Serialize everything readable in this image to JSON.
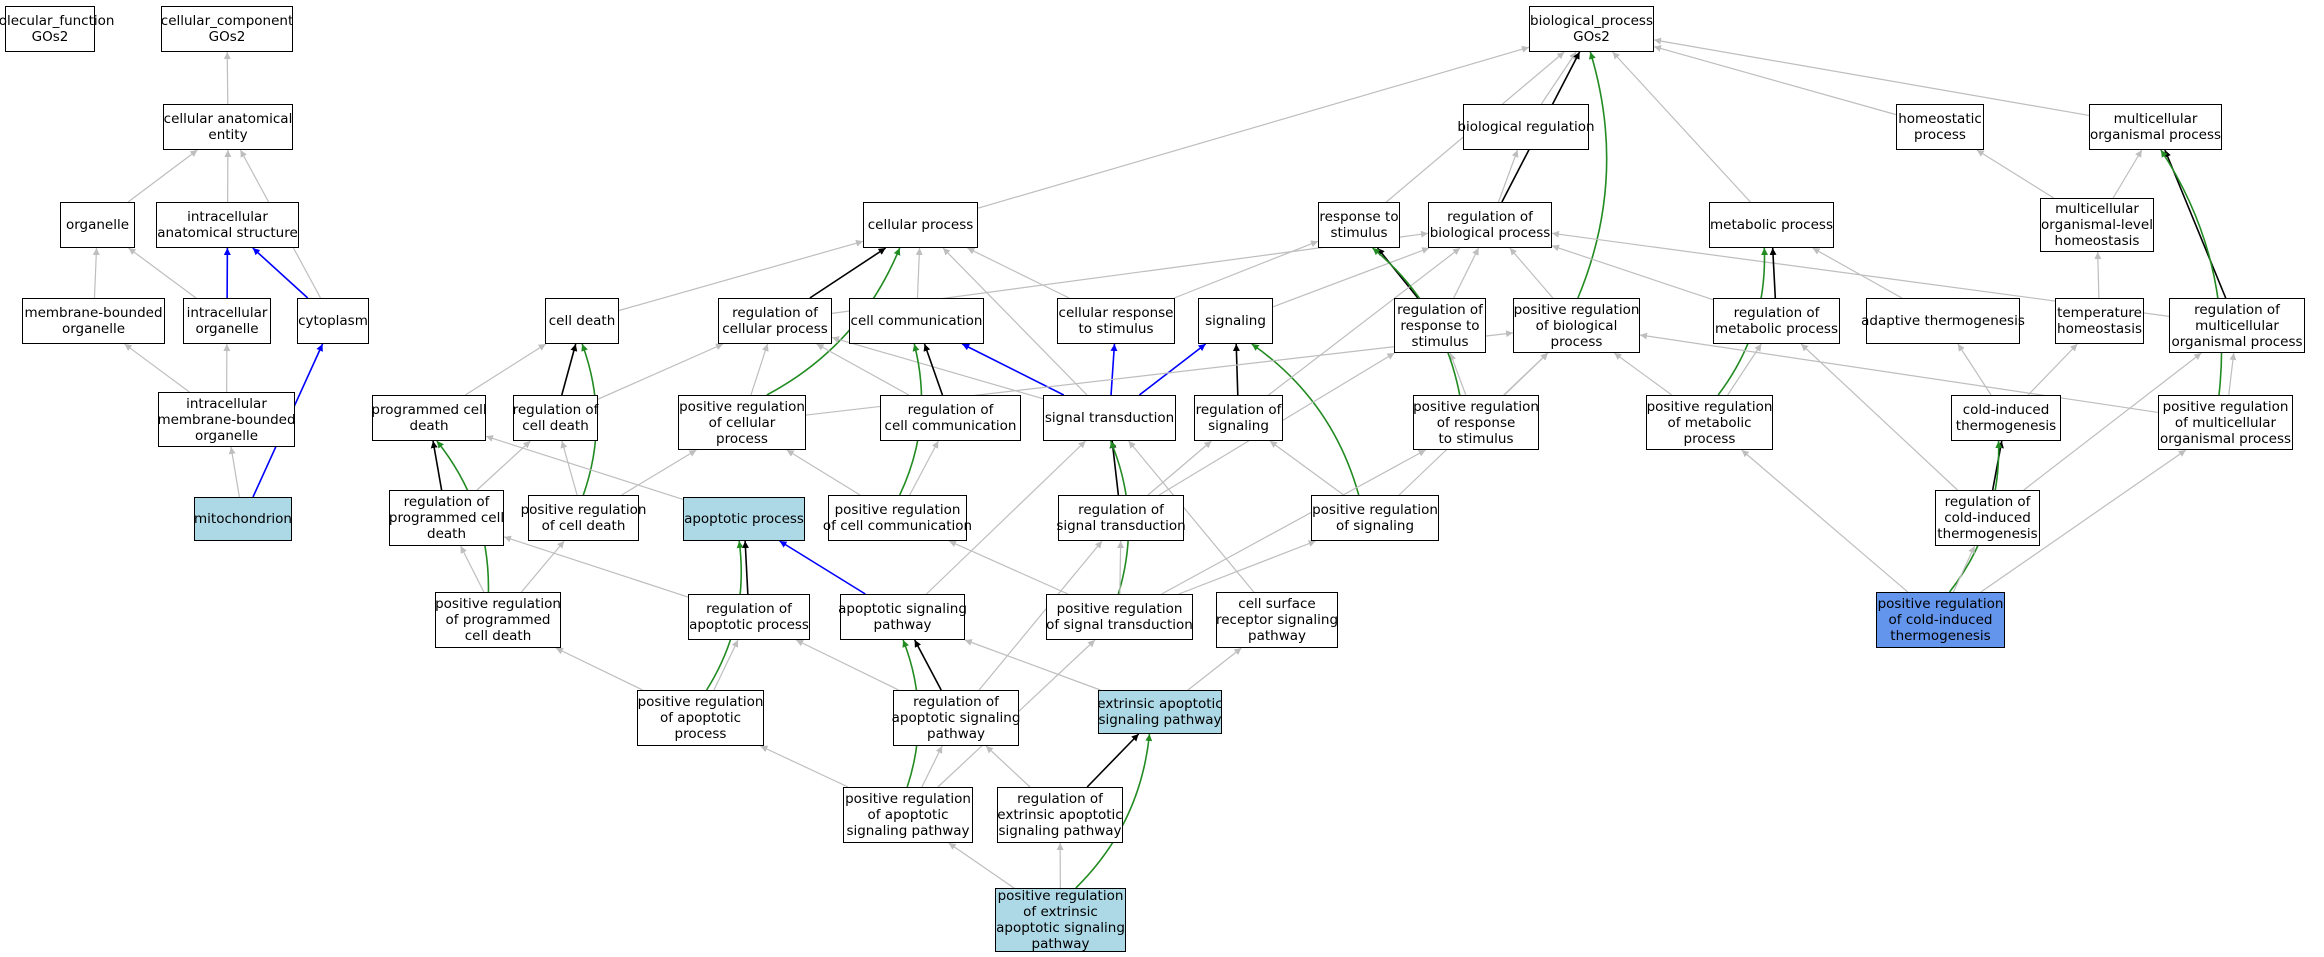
{
  "colors": {
    "is_a": "#bebebe",
    "part_of": "#0000ff",
    "regulates": "#000000",
    "positively_regulates": "#228b22",
    "node_fill": "#ffffff",
    "annotated_fill": "#add8e6",
    "query_fill": "#6495ed"
  },
  "nodes": {
    "mf": {
      "lines": [
        "molecular_function",
        "GOs2"
      ],
      "fill": "#ffffff"
    },
    "cc": {
      "lines": [
        "cellular_component",
        "GOs2"
      ],
      "fill": "#ffffff"
    },
    "bp": {
      "lines": [
        "biological_process",
        "GOs2"
      ],
      "fill": "#ffffff"
    },
    "cae": {
      "lines": [
        "cellular anatomical",
        "entity"
      ],
      "fill": "#ffffff"
    },
    "org": {
      "lines": [
        "organelle"
      ],
      "fill": "#ffffff"
    },
    "ias": {
      "lines": [
        "intracellular",
        "anatomical structure"
      ],
      "fill": "#ffffff"
    },
    "mbo": {
      "lines": [
        "membrane-bounded",
        "organelle"
      ],
      "fill": "#ffffff"
    },
    "io": {
      "lines": [
        "intracellular",
        "organelle"
      ],
      "fill": "#ffffff"
    },
    "cyto": {
      "lines": [
        "cytoplasm"
      ],
      "fill": "#ffffff"
    },
    "imbo": {
      "lines": [
        "intracellular",
        "membrane-bounded",
        "organelle"
      ],
      "fill": "#ffffff"
    },
    "mito": {
      "lines": [
        "mitochondrion"
      ],
      "fill": "#add8e6"
    },
    "cp": {
      "lines": [
        "cellular process"
      ],
      "fill": "#ffffff"
    },
    "bioreg": {
      "lines": [
        "biological regulation"
      ],
      "fill": "#ffffff"
    },
    "rts": {
      "lines": [
        "response to",
        "stimulus"
      ],
      "fill": "#ffffff"
    },
    "rbp": {
      "lines": [
        "regulation of",
        "biological process"
      ],
      "fill": "#ffffff"
    },
    "mp": {
      "lines": [
        "metabolic process"
      ],
      "fill": "#ffffff"
    },
    "hp": {
      "lines": [
        "homeostatic",
        "process"
      ],
      "fill": "#ffffff"
    },
    "mcp": {
      "lines": [
        "multicellular",
        "organismal process"
      ],
      "fill": "#ffffff"
    },
    "mcoh": {
      "lines": [
        "multicellular",
        "organismal-level",
        "homeostasis"
      ],
      "fill": "#ffffff"
    },
    "cd": {
      "lines": [
        "cell death"
      ],
      "fill": "#ffffff"
    },
    "rcp": {
      "lines": [
        "regulation of",
        "cellular process"
      ],
      "fill": "#ffffff"
    },
    "cc2": {
      "lines": [
        "cell communication"
      ],
      "fill": "#ffffff"
    },
    "crs": {
      "lines": [
        "cellular response",
        "to stimulus"
      ],
      "fill": "#ffffff"
    },
    "sig": {
      "lines": [
        "signaling"
      ],
      "fill": "#ffffff"
    },
    "rrs": {
      "lines": [
        "regulation of",
        "response to",
        "stimulus"
      ],
      "fill": "#ffffff"
    },
    "prbp": {
      "lines": [
        "positive regulation",
        "of biological",
        "process"
      ],
      "fill": "#ffffff"
    },
    "rmp": {
      "lines": [
        "regulation of",
        "metabolic process"
      ],
      "fill": "#ffffff"
    },
    "at": {
      "lines": [
        "adaptive thermogenesis"
      ],
      "fill": "#ffffff"
    },
    "th": {
      "lines": [
        "temperature",
        "homeostasis"
      ],
      "fill": "#ffffff"
    },
    "rmcp": {
      "lines": [
        "regulation of",
        "multicellular",
        "organismal process"
      ],
      "fill": "#ffffff"
    },
    "pcd": {
      "lines": [
        "programmed cell",
        "death"
      ],
      "fill": "#ffffff"
    },
    "rcd": {
      "lines": [
        "regulation of",
        "cell death"
      ],
      "fill": "#ffffff"
    },
    "prcp": {
      "lines": [
        "positive regulation",
        "of cellular",
        "process"
      ],
      "fill": "#ffffff"
    },
    "rcc": {
      "lines": [
        "regulation of",
        "cell communication"
      ],
      "fill": "#ffffff"
    },
    "st": {
      "lines": [
        "signal transduction"
      ],
      "fill": "#ffffff"
    },
    "rsig": {
      "lines": [
        "regulation of",
        "signaling"
      ],
      "fill": "#ffffff"
    },
    "prrs": {
      "lines": [
        "positive regulation",
        "of response",
        "to stimulus"
      ],
      "fill": "#ffffff"
    },
    "prmp": {
      "lines": [
        "positive regulation",
        "of metabolic",
        "process"
      ],
      "fill": "#ffffff"
    },
    "cit": {
      "lines": [
        "cold-induced",
        "thermogenesis"
      ],
      "fill": "#ffffff"
    },
    "prmcp": {
      "lines": [
        "positive regulation",
        "of multicellular",
        "organismal process"
      ],
      "fill": "#ffffff"
    },
    "rpcd": {
      "lines": [
        "regulation of",
        "programmed cell",
        "death"
      ],
      "fill": "#ffffff"
    },
    "prcd": {
      "lines": [
        "positive regulation",
        "of cell death"
      ],
      "fill": "#ffffff"
    },
    "ap": {
      "lines": [
        "apoptotic process"
      ],
      "fill": "#add8e6"
    },
    "prcc": {
      "lines": [
        "positive regulation",
        "of cell communication"
      ],
      "fill": "#ffffff"
    },
    "rst": {
      "lines": [
        "regulation of",
        "signal transduction"
      ],
      "fill": "#ffffff"
    },
    "prsig": {
      "lines": [
        "positive regulation",
        "of signaling"
      ],
      "fill": "#ffffff"
    },
    "rcit": {
      "lines": [
        "regulation of",
        "cold-induced",
        "thermogenesis"
      ],
      "fill": "#ffffff"
    },
    "prpcd": {
      "lines": [
        "positive regulation",
        "of programmed",
        "cell death"
      ],
      "fill": "#ffffff"
    },
    "rap": {
      "lines": [
        "regulation of",
        "apoptotic process"
      ],
      "fill": "#ffffff"
    },
    "asp": {
      "lines": [
        "apoptotic signaling",
        "pathway"
      ],
      "fill": "#ffffff"
    },
    "prst": {
      "lines": [
        "positive regulation",
        "of signal transduction"
      ],
      "fill": "#ffffff"
    },
    "csrsp": {
      "lines": [
        "cell surface",
        "receptor signaling",
        "pathway"
      ],
      "fill": "#ffffff"
    },
    "prcit": {
      "lines": [
        "positive regulation",
        "of cold-induced",
        "thermogenesis"
      ],
      "fill": "#6495ed"
    },
    "prap": {
      "lines": [
        "positive regulation",
        "of apoptotic",
        "process"
      ],
      "fill": "#ffffff"
    },
    "rasp": {
      "lines": [
        "regulation of",
        "apoptotic signaling",
        "pathway"
      ],
      "fill": "#ffffff"
    },
    "easp": {
      "lines": [
        "extrinsic apoptotic",
        "signaling pathway"
      ],
      "fill": "#add8e6"
    },
    "prasp": {
      "lines": [
        "positive regulation",
        "of apoptotic",
        "signaling pathway"
      ],
      "fill": "#ffffff"
    },
    "reasp": {
      "lines": [
        "regulation of",
        "extrinsic apoptotic",
        "signaling pathway"
      ],
      "fill": "#ffffff"
    },
    "preasp": {
      "lines": [
        "positive regulation",
        "of extrinsic",
        "apoptotic signaling",
        "pathway"
      ],
      "fill": "#add8e6"
    }
  },
  "edges": [
    [
      "cae",
      "cc",
      "is_a"
    ],
    [
      "org",
      "cae",
      "is_a"
    ],
    [
      "ias",
      "cae",
      "is_a"
    ],
    [
      "cyto",
      "cae",
      "is_a"
    ],
    [
      "mbo",
      "org",
      "is_a"
    ],
    [
      "io",
      "org",
      "is_a"
    ],
    [
      "io",
      "ias",
      "part_of"
    ],
    [
      "cyto",
      "ias",
      "part_of"
    ],
    [
      "imbo",
      "mbo",
      "is_a"
    ],
    [
      "imbo",
      "io",
      "is_a"
    ],
    [
      "mito",
      "imbo",
      "is_a"
    ],
    [
      "mito",
      "cyto",
      "part_of"
    ],
    [
      "cp",
      "bp",
      "is_a"
    ],
    [
      "bioreg",
      "bp",
      "is_a"
    ],
    [
      "rts",
      "bp",
      "is_a"
    ],
    [
      "rbp",
      "bp",
      "regulates"
    ],
    [
      "mp",
      "bp",
      "is_a"
    ],
    [
      "hp",
      "bp",
      "is_a"
    ],
    [
      "mcp",
      "bp",
      "is_a"
    ],
    [
      "prbp",
      "bp",
      "positively_regulates"
    ],
    [
      "rbp",
      "bioreg",
      "is_a"
    ],
    [
      "mcoh",
      "hp",
      "is_a"
    ],
    [
      "mcoh",
      "mcp",
      "is_a"
    ],
    [
      "cd",
      "cp",
      "is_a"
    ],
    [
      "rcp",
      "cp",
      "regulates"
    ],
    [
      "cc2",
      "cp",
      "is_a"
    ],
    [
      "crs",
      "cp",
      "is_a"
    ],
    [
      "st",
      "cp",
      "is_a"
    ],
    [
      "prcp",
      "cp",
      "positively_regulates"
    ],
    [
      "rcp",
      "rbp",
      "is_a"
    ],
    [
      "crs",
      "rts",
      "is_a"
    ],
    [
      "sig",
      "rbp",
      "is_a"
    ],
    [
      "rrs",
      "rbp",
      "is_a"
    ],
    [
      "prbp",
      "rbp",
      "is_a"
    ],
    [
      "rmp",
      "rbp",
      "is_a"
    ],
    [
      "rmcp",
      "rbp",
      "is_a"
    ],
    [
      "rrs",
      "rts",
      "regulates"
    ],
    [
      "rmp",
      "mp",
      "regulates"
    ],
    [
      "prmp",
      "mp",
      "positively_regulates"
    ],
    [
      "at",
      "mp",
      "is_a"
    ],
    [
      "th",
      "mcoh",
      "is_a"
    ],
    [
      "rmcp",
      "mcp",
      "regulates"
    ],
    [
      "prmcp",
      "mcp",
      "positively_regulates"
    ],
    [
      "pcd",
      "cd",
      "is_a"
    ],
    [
      "rcd",
      "cd",
      "regulates"
    ],
    [
      "prcd",
      "cd",
      "positively_regulates"
    ],
    [
      "rcd",
      "rcp",
      "is_a"
    ],
    [
      "prcp",
      "rcp",
      "is_a"
    ],
    [
      "rcc",
      "rcp",
      "is_a"
    ],
    [
      "st",
      "rcp",
      "is_a"
    ],
    [
      "rcc",
      "cc2",
      "regulates"
    ],
    [
      "prcc",
      "cc2",
      "positively_regulates"
    ],
    [
      "st",
      "cc2",
      "part_of"
    ],
    [
      "st",
      "crs",
      "part_of"
    ],
    [
      "st",
      "sig",
      "part_of"
    ],
    [
      "rsig",
      "sig",
      "regulates"
    ],
    [
      "prsig",
      "sig",
      "positively_regulates"
    ],
    [
      "rsig",
      "rbp",
      "is_a"
    ],
    [
      "prrs",
      "rrs",
      "is_a"
    ],
    [
      "prrs",
      "rts",
      "positively_regulates"
    ],
    [
      "prrs",
      "prbp",
      "is_a"
    ],
    [
      "prcp",
      "prbp",
      "is_a"
    ],
    [
      "prmp",
      "prbp",
      "is_a"
    ],
    [
      "prmp",
      "rmp",
      "is_a"
    ],
    [
      "prmcp",
      "prbp",
      "is_a"
    ],
    [
      "prmcp",
      "rmcp",
      "is_a"
    ],
    [
      "cit",
      "at",
      "is_a"
    ],
    [
      "cit",
      "th",
      "is_a"
    ],
    [
      "rpcd",
      "pcd",
      "regulates"
    ],
    [
      "rpcd",
      "rcd",
      "is_a"
    ],
    [
      "prcd",
      "rcd",
      "is_a"
    ],
    [
      "prcd",
      "prcp",
      "is_a"
    ],
    [
      "ap",
      "pcd",
      "is_a"
    ],
    [
      "prcc",
      "rcc",
      "is_a"
    ],
    [
      "prcc",
      "prcp",
      "is_a"
    ],
    [
      "rst",
      "st",
      "regulates"
    ],
    [
      "rst",
      "rsig",
      "is_a"
    ],
    [
      "rst",
      "rrs",
      "is_a"
    ],
    [
      "prsig",
      "rsig",
      "is_a"
    ],
    [
      "prsig",
      "prbp",
      "is_a"
    ],
    [
      "rcit",
      "cit",
      "regulates"
    ],
    [
      "rcit",
      "rmcp",
      "is_a"
    ],
    [
      "rcit",
      "rmp",
      "is_a"
    ],
    [
      "prpcd",
      "pcd",
      "positively_regulates"
    ],
    [
      "prpcd",
      "rpcd",
      "is_a"
    ],
    [
      "prpcd",
      "prcd",
      "is_a"
    ],
    [
      "rap",
      "ap",
      "regulates"
    ],
    [
      "rap",
      "rpcd",
      "is_a"
    ],
    [
      "asp",
      "ap",
      "part_of"
    ],
    [
      "asp",
      "st",
      "is_a"
    ],
    [
      "prst",
      "st",
      "positively_regulates"
    ],
    [
      "prst",
      "rst",
      "is_a"
    ],
    [
      "prst",
      "prcc",
      "is_a"
    ],
    [
      "prst",
      "prsig",
      "is_a"
    ],
    [
      "prst",
      "prrs",
      "is_a"
    ],
    [
      "csrsp",
      "st",
      "is_a"
    ],
    [
      "prcit",
      "cit",
      "positively_regulates"
    ],
    [
      "prcit",
      "rcit",
      "is_a"
    ],
    [
      "prcit",
      "prmp",
      "is_a"
    ],
    [
      "prcit",
      "prmcp",
      "is_a"
    ],
    [
      "prap",
      "ap",
      "positively_regulates"
    ],
    [
      "prap",
      "rap",
      "is_a"
    ],
    [
      "prap",
      "prpcd",
      "is_a"
    ],
    [
      "rasp",
      "asp",
      "regulates"
    ],
    [
      "rasp",
      "rap",
      "is_a"
    ],
    [
      "rasp",
      "rst",
      "is_a"
    ],
    [
      "easp",
      "asp",
      "is_a"
    ],
    [
      "easp",
      "csrsp",
      "is_a"
    ],
    [
      "prasp",
      "asp",
      "positively_regulates"
    ],
    [
      "prasp",
      "rasp",
      "is_a"
    ],
    [
      "prasp",
      "prap",
      "is_a"
    ],
    [
      "prasp",
      "prst",
      "is_a"
    ],
    [
      "reasp",
      "easp",
      "regulates"
    ],
    [
      "reasp",
      "rasp",
      "is_a"
    ],
    [
      "preasp",
      "easp",
      "positively_regulates"
    ],
    [
      "preasp",
      "reasp",
      "is_a"
    ],
    [
      "preasp",
      "prasp",
      "is_a"
    ]
  ]
}
